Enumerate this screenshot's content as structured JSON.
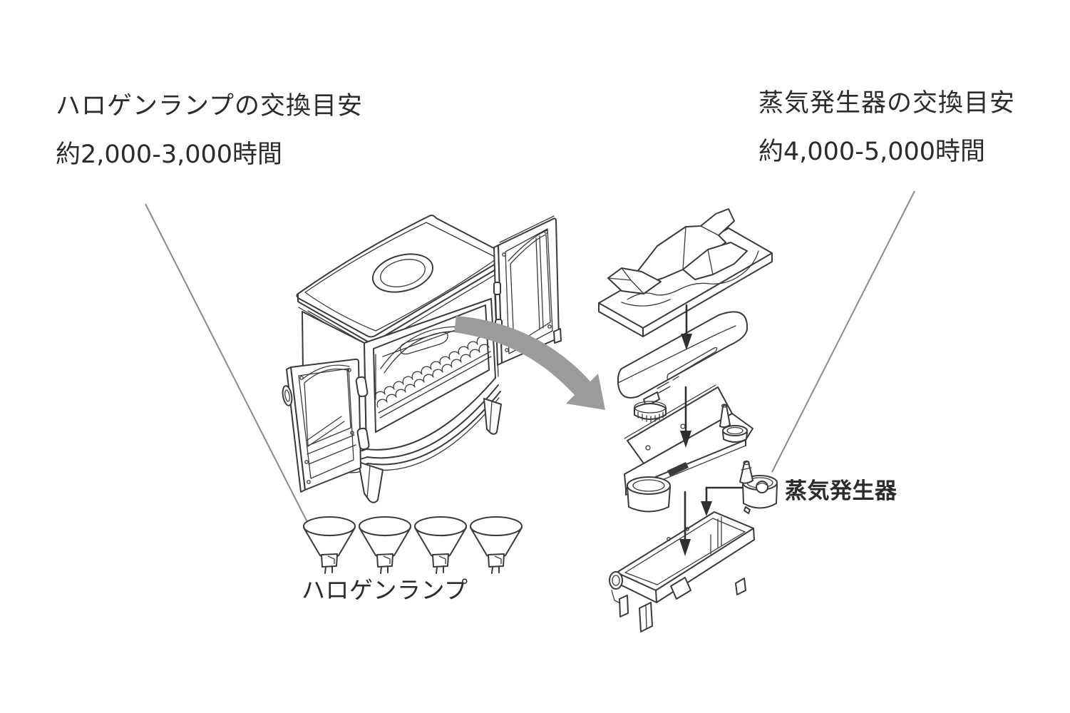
{
  "colors": {
    "background": "#ffffff",
    "line_art": "#3a3a3a",
    "text": "#2b2b2b",
    "leader_line": "#8a8a8a",
    "flow_arrow_fill": "#9b9b9b",
    "step_arrow": "#2f2f2f"
  },
  "annotations": {
    "halogen_lamp": {
      "title": "ハロゲンランプの交換目安",
      "lifespan": "約2,000-3,000時間",
      "part_label": "ハロゲンランプ"
    },
    "steam_generator": {
      "title": "蒸気発生器の交換目安",
      "lifespan": "約4,000-5,000時間",
      "part_label": "蒸気発生器"
    }
  },
  "illustration": {
    "subject": "electric-stove-heater-line-drawing",
    "lamp_count": 4,
    "exploded_parts": [
      "log-set-plate",
      "log-set",
      "steam-outlet-cover",
      "water-tray",
      "steam-generator",
      "water-tank"
    ]
  }
}
